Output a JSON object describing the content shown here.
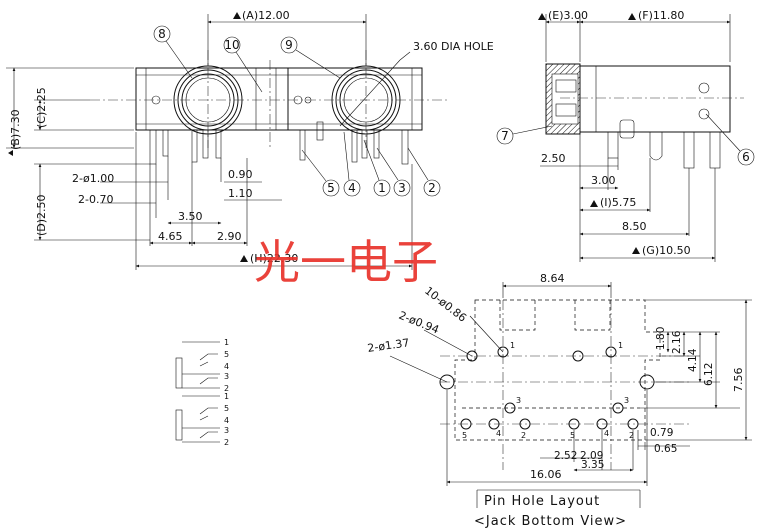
{
  "watermark": "光一电子",
  "front_view": {
    "dims": {
      "a": "(A)12.00",
      "dia": "3.60 DIA HOLE",
      "b": "(B)7.30",
      "c": "(C)2.25",
      "d": "(D)2.50",
      "h": "(H)22.30",
      "pin_a": "2-ø1.00",
      "pin_b": "2-0.70",
      "d090": "0.90",
      "d110": "1.10",
      "d350": "3.50",
      "d465": "4.65",
      "d290": "2.90"
    },
    "callouts": [
      "8",
      "10",
      "9",
      "5",
      "4",
      "1",
      "3",
      "2"
    ]
  },
  "side_view": {
    "dims": {
      "e": "(E)3.00",
      "f": "(F)11.80",
      "d250": "2.50",
      "d300": "3.00",
      "i": "(I)5.75",
      "d850": "8.50",
      "g": "(G)10.50"
    },
    "callouts": [
      "7",
      "6"
    ]
  },
  "bottom_view": {
    "dims": {
      "d864": "8.64",
      "holes10": "10-ø0.86",
      "holes2a": "2-ø0.94",
      "holes2b": "2-ø1.37",
      "d180": "1.80",
      "d216": "2.16",
      "d414": "4.14",
      "d612": "6.12",
      "d756": "7.56",
      "d079": "0.79",
      "d065": "0.65",
      "d252": "2.52",
      "d209": "2.09",
      "d335": "3.35",
      "d1606": "16.06"
    },
    "pin_labels_top": [
      "1",
      "1"
    ],
    "pin_labels_mid": [
      "3",
      "3"
    ],
    "pin_labels_bottom": [
      "5",
      "4",
      "2",
      "5",
      "4",
      "2"
    ],
    "title": "Pin Hole Layout",
    "subtitle": "<Jack Bottom View>"
  },
  "schematic": {
    "upper_pins": [
      "1",
      "5",
      "4",
      "3",
      "2"
    ],
    "lower_pins": [
      "1",
      "5",
      "4",
      "3",
      "2"
    ]
  }
}
